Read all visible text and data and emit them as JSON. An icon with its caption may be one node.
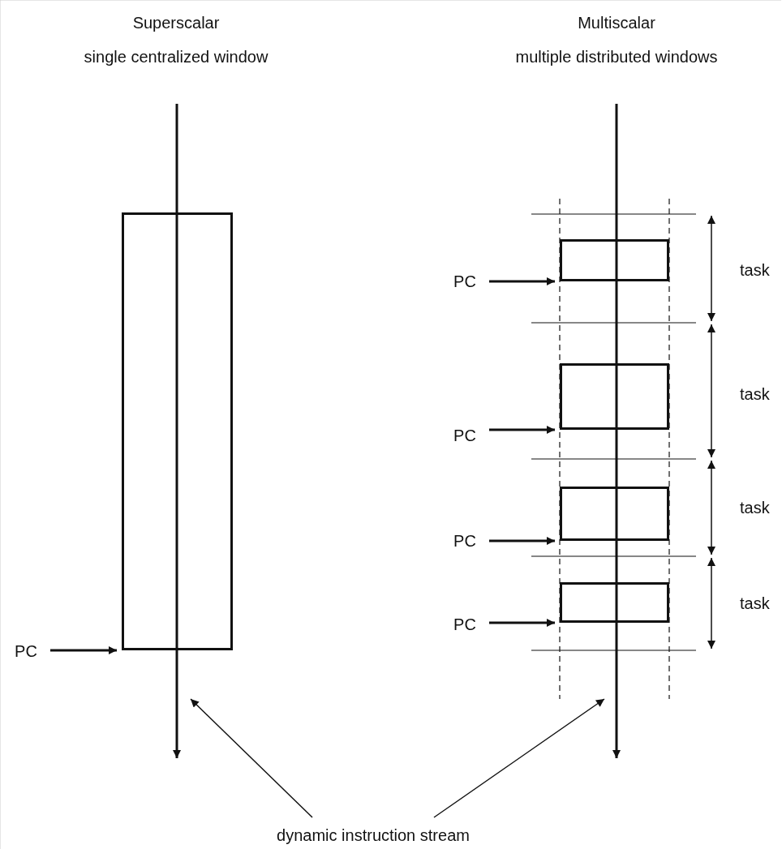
{
  "diagram": {
    "nodes": [
      {
        "text": [],
        "shape": "box"
      },
      {
        "text": [],
        "shape": "box"
      },
      {
        "text": [],
        "shape": "box"
      },
      {
        "text": [],
        "shape": "box"
      },
      {
        "text": [],
        "shape": "box"
      },
      {
        "text": [
          "PC"
        ]
      },
      {
        "text": [
          "PC"
        ]
      },
      {
        "text": [
          "PC"
        ]
      },
      {
        "text": [
          "PC"
        ]
      },
      {
        "text": [
          "PC"
        ]
      },
      {
        "text": [
          "dynamic instruction stream"
        ]
      }
    ],
    "edges": [
      {
        "from": 5,
        "to": 0,
        "arrow": "to"
      },
      {
        "from": 6,
        "to": 1,
        "arrow": "to"
      },
      {
        "from": 7,
        "to": 2,
        "arrow": "to"
      },
      {
        "from": 8,
        "to": 3,
        "arrow": "to"
      },
      {
        "from": 9,
        "to": 4,
        "arrow": "to"
      },
      {
        "from": 10,
        "to": null,
        "arrow": "to"
      },
      {
        "from": 10,
        "to": null,
        "arrow": "to"
      }
    ],
    "labels": [
      "Superscalar",
      "Multiscalar",
      "single centralized window",
      "multiple distributed windows",
      "task",
      "task",
      "task",
      "task"
    ]
  }
}
